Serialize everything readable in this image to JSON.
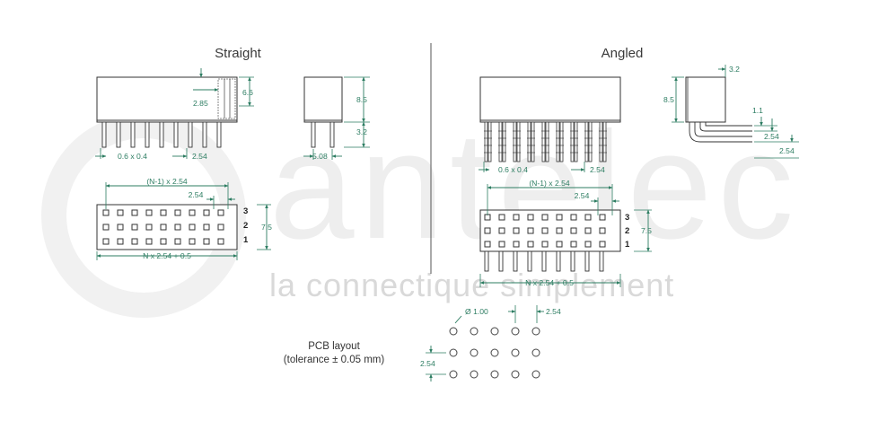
{
  "watermark": {
    "brand": "antelec",
    "tagline": "la connectique simplement"
  },
  "straight": {
    "title": "Straight",
    "side_pin_height": "2.85",
    "side_height": "6.6",
    "pin_size": "0.6 x 0.4",
    "pitch": "2.54",
    "end_height": "8.5",
    "end_tail": "3.2",
    "end_width": "5.08",
    "top_span": "(N-1) x 2.54",
    "top_pitch": "2.54",
    "top_height": "7.5",
    "top_length": "N x 2.54 + 0.5",
    "rows": [
      "3",
      "2",
      "1"
    ]
  },
  "angled": {
    "title": "Angled",
    "pin_size": "0.6 x 0.4",
    "pitch": "2.54",
    "end_top": "3.2",
    "end_height": "8.5",
    "end_offset": "1.1",
    "end_pitch_1": "2.54",
    "end_pitch_2": "2.54",
    "top_span": "(N-1) x 2.54",
    "top_pitch": "2.54",
    "top_height": "7.5",
    "top_length": "N x 2.54 + 0.5",
    "rows": [
      "3",
      "2",
      "1"
    ]
  },
  "pcb": {
    "title_line1": "PCB layout",
    "title_line2": "(tolerance ± 0.05 mm)",
    "hole_diameter": "Ø 1.00",
    "pitch_x": "2.54",
    "pitch_y": "2.54"
  }
}
